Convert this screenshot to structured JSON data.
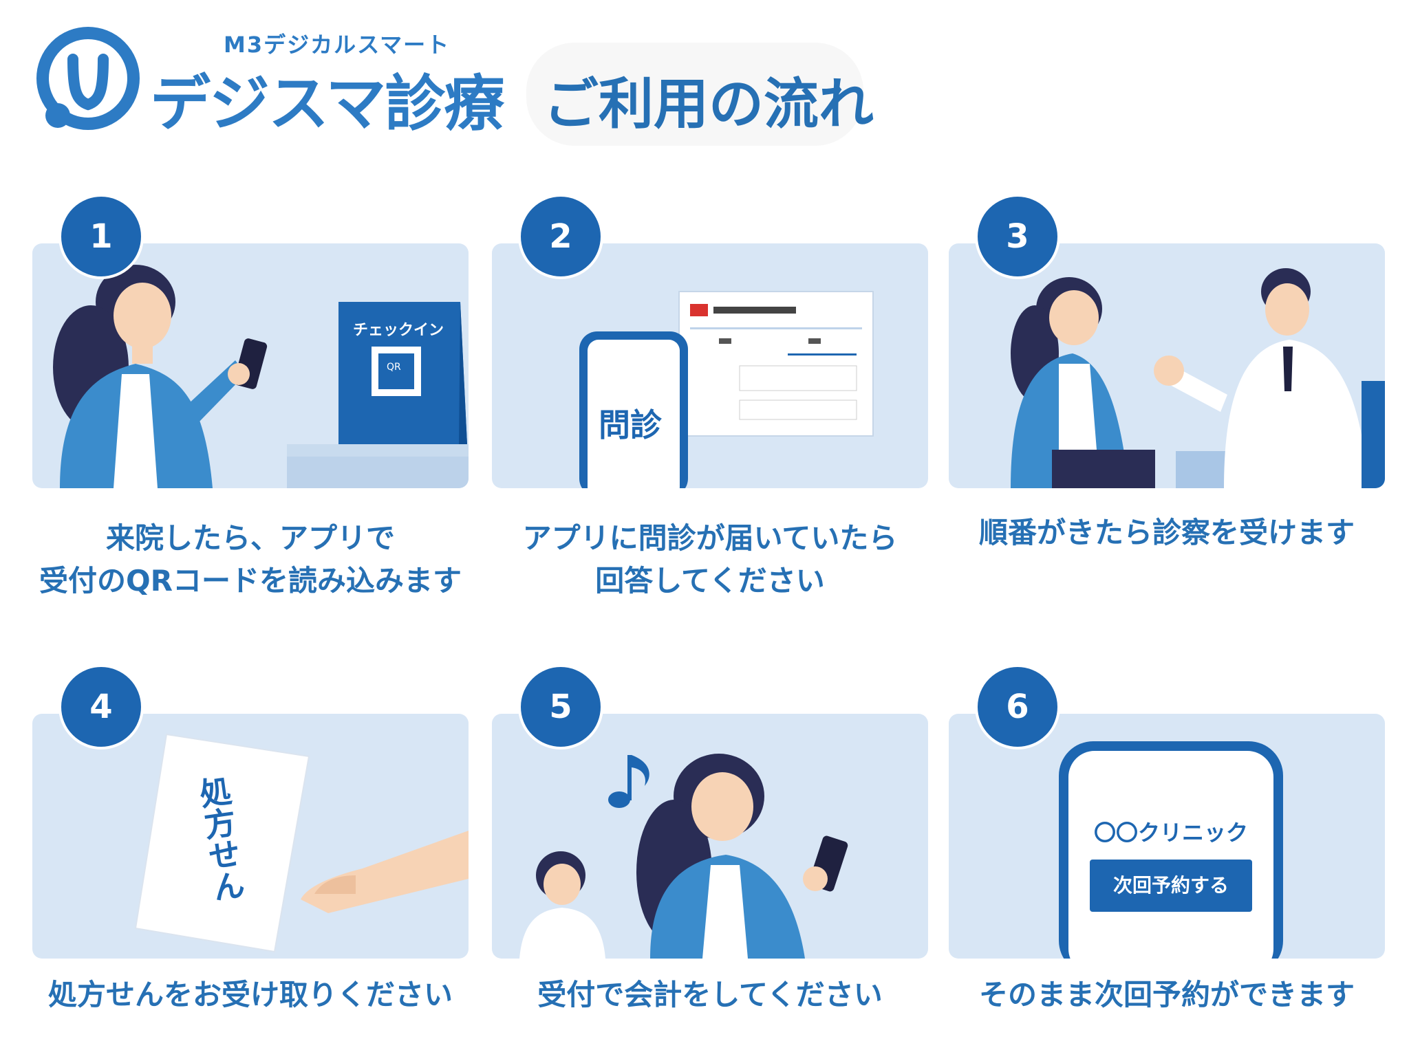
{
  "header": {
    "brand_sub": "M3デジカルスマート",
    "brand_name": "デジスマ診療",
    "flow_title": "ご利用の流れ"
  },
  "colors": {
    "primary": "#1d66b1",
    "text": "#2670b4",
    "panel": "#d8e6f5",
    "skin": "#f7d3b5",
    "hair": "#2a2d55",
    "jacket": "#3b8ccc"
  },
  "steps": [
    {
      "number": "1",
      "caption_lines": [
        "来院したら、アプリで",
        "受付のQRコードを読み込みます"
      ],
      "illustration": {
        "sign_label": "チェックイン",
        "qr_label": "QR"
      }
    },
    {
      "number": "2",
      "caption_lines": [
        "アプリに問診が届いていたら",
        "回答してください"
      ],
      "illustration": {
        "phone_label": "問診"
      }
    },
    {
      "number": "3",
      "caption_lines": [
        "順番がきたら診察を受けます"
      ]
    },
    {
      "number": "4",
      "caption_lines": [
        "処方せんをお受け取りください"
      ],
      "illustration": {
        "paper_label": "処方せん"
      }
    },
    {
      "number": "5",
      "caption_lines": [
        "受付で会計をしてください"
      ],
      "illustration": {
        "note_icon": "music-note-icon"
      }
    },
    {
      "number": "6",
      "caption_lines": [
        "そのまま次回予約ができます"
      ],
      "illustration": {
        "clinic_name": "〇〇クリニック",
        "reserve_button": "次回予約する"
      }
    }
  ]
}
